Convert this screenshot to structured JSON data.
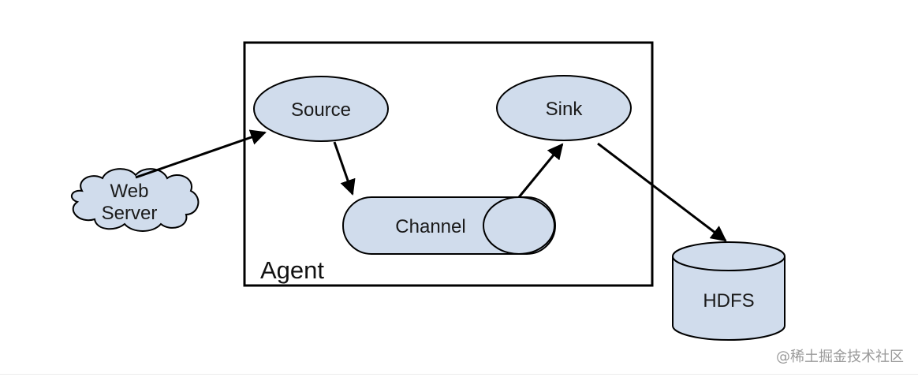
{
  "agent": {
    "label": "Agent"
  },
  "nodes": {
    "web_server": {
      "line1": "Web",
      "line2": "Server"
    },
    "source": {
      "label": "Source"
    },
    "sink": {
      "label": "Sink"
    },
    "channel": {
      "label": "Channel"
    },
    "hdfs": {
      "label": "HDFS"
    }
  },
  "colors": {
    "node_fill": "#d0dcec",
    "stroke": "#000000"
  },
  "watermark": "@稀土掘金技术社区"
}
